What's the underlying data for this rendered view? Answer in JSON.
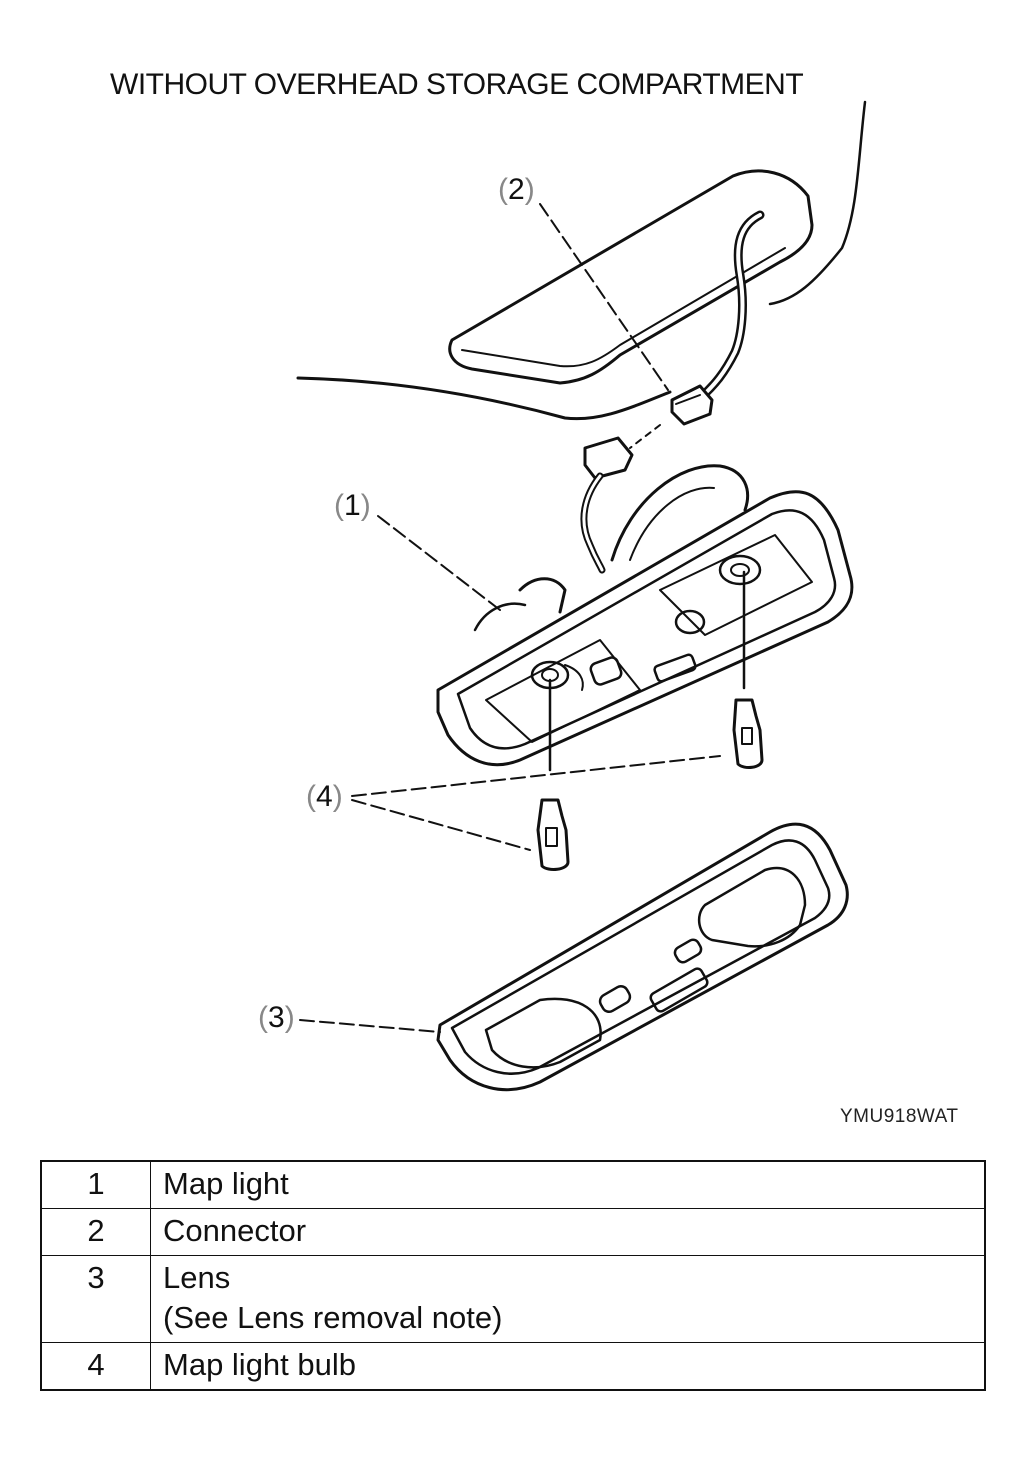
{
  "heading": "WITHOUT OVERHEAD STORAGE COMPARTMENT",
  "callouts": [
    {
      "number": "1"
    },
    {
      "number": "2"
    },
    {
      "number": "3"
    },
    {
      "number": "4"
    }
  ],
  "figure_code": "YMU918WAT",
  "legend": [
    {
      "number": "1",
      "description": "Map light",
      "note": ""
    },
    {
      "number": "2",
      "description": "Connector",
      "note": ""
    },
    {
      "number": "3",
      "description": "Lens",
      "note": "(See Lens removal note)"
    },
    {
      "number": "4",
      "description": "Map light bulb",
      "note": ""
    }
  ]
}
